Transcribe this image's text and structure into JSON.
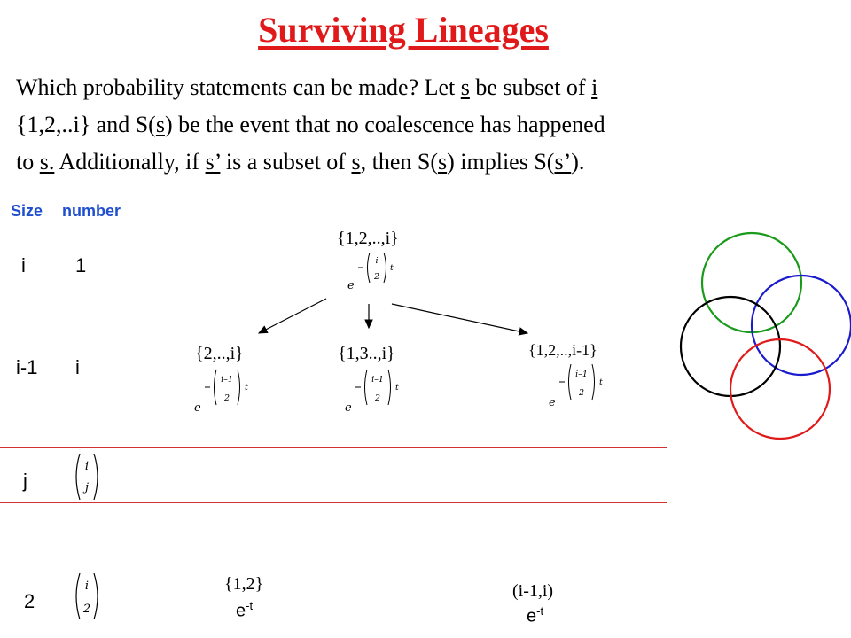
{
  "title": "Surviving Lineages",
  "para": {
    "t1": "Which probability statements can be made? Let ",
    "s": "s",
    "t2": " be subset of ",
    "i": "i",
    "t3": "{1,2,..i} and S(",
    "t4": ") be the event that no coalescence has happened",
    "t5": "to ",
    "s_dot": "s.",
    "t6": " Additionally, if ",
    "s_prime": "s’",
    "t7": " is a subset of ",
    "t8": ", then S(",
    "t9": ") implies S(",
    "t10": ")."
  },
  "table_header": {
    "size": "Size",
    "number": "number"
  },
  "rows": [
    {
      "size": "i",
      "number": "1"
    },
    {
      "size": "i-1",
      "number": "i"
    },
    {
      "size": "j",
      "binom_top": "i",
      "binom_bottom": "j"
    },
    {
      "size": "2",
      "binom_top": "i",
      "binom_bottom": "2"
    }
  ],
  "nodes": {
    "top": {
      "set": "{1,2,..,i}",
      "exp_e": "e",
      "exp_top": "i",
      "exp_bottom": "2",
      "exp_var": "t"
    },
    "left": {
      "set": "{2,..,i}",
      "exp_e": "e",
      "exp_top": "i–1",
      "exp_bottom": "2",
      "exp_var": "t"
    },
    "middle": {
      "set": "{1,3..,i}",
      "exp_e": "e",
      "exp_top": "i–1",
      "exp_bottom": "2",
      "exp_var": "t"
    },
    "right": {
      "set": "{1,2,..,i-1}",
      "exp_e": "e",
      "exp_top": "i–1",
      "exp_bottom": "2",
      "exp_var": "t"
    },
    "pair_left": {
      "set": "{1,2}",
      "e": "e",
      "exp": "-t"
    },
    "pair_right": {
      "set": "(i-1,i)",
      "e": "e",
      "exp": "-t"
    }
  },
  "colors": {
    "title": "#e01a1a",
    "header": "#1f4fcf",
    "divider": "#d43030",
    "circle_green": "#1a9a1a",
    "circle_blue": "#1a1acf",
    "circle_black": "#000000",
    "circle_red": "#e01a1a"
  }
}
